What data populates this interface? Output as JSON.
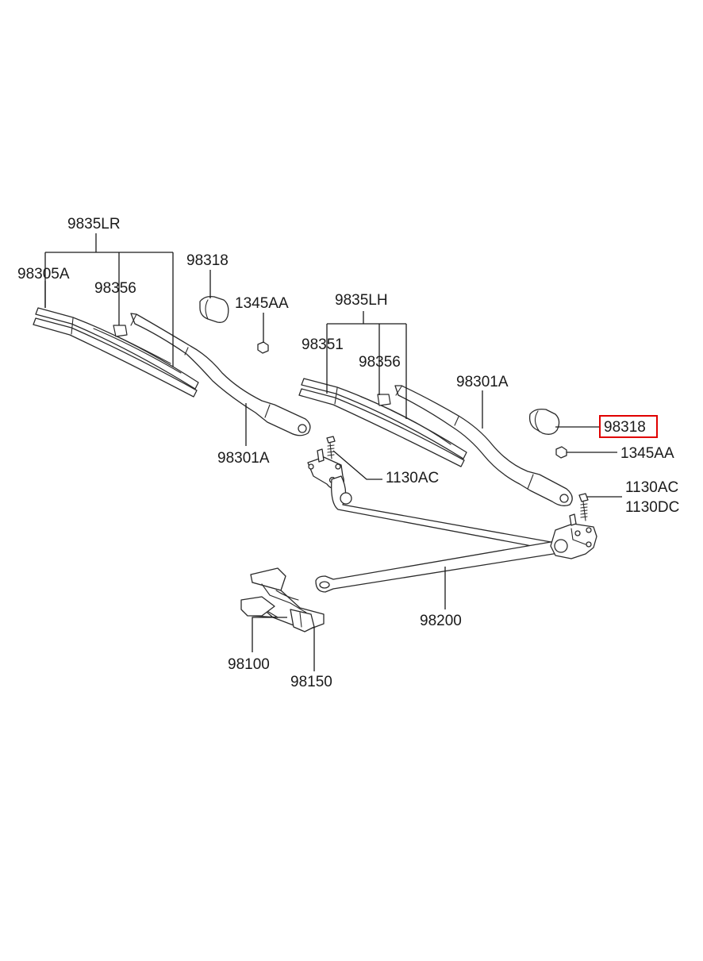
{
  "diagram": {
    "labels": {
      "wiper_blade_assy_lr": "9835LR",
      "blade_refill_lr": "98305A",
      "blade_insert_lr": "98356",
      "arm_cap_left": "98318",
      "nut_left": "1345AA",
      "wiper_blade_assy_lh": "9835LH",
      "blade_refill_lh": "98351",
      "blade_insert_lh": "98356",
      "wiper_arm_right": "98301A",
      "arm_cap_right": "98318",
      "nut_right": "1345AA",
      "wiper_arm_left": "98301A",
      "bolt_left": "1130AC",
      "bolt_right_a": "1130AC",
      "bolt_right_b": "1130DC",
      "linkage": "98200",
      "motor": "98100",
      "crank_arm": "98150"
    },
    "highlight": {
      "part": "arm_cap_right",
      "color": "#e00000"
    }
  }
}
